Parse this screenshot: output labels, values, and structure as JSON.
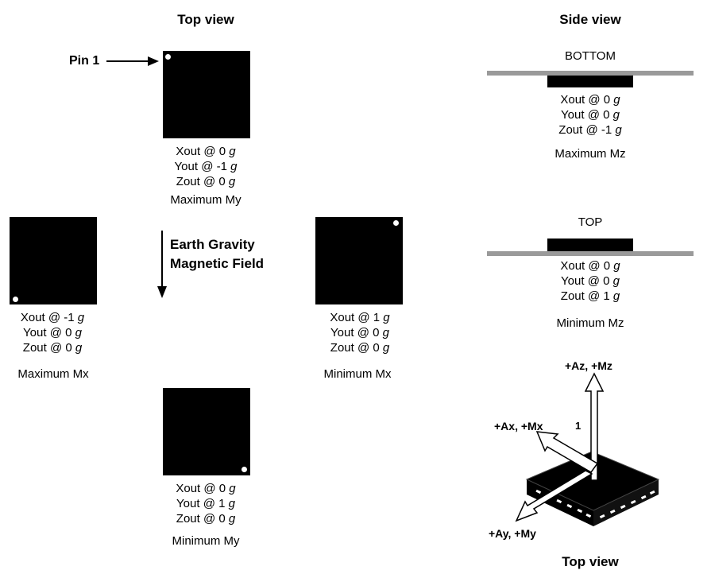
{
  "headers": {
    "top_view": "Top view",
    "side_view": "Side view",
    "iso_top_view": "Top view"
  },
  "pin1_label": "Pin 1",
  "gravity_label": {
    "line1": "Earth Gravity",
    "line2": "Magnetic Field"
  },
  "orientations": {
    "top": {
      "readings": [
        {
          "prefix": "Xout @ ",
          "value": "0",
          "unit": "g"
        },
        {
          "prefix": "Yout @ ",
          "value": "-1",
          "unit": "g"
        },
        {
          "prefix": "Zout @ ",
          "value": "0",
          "unit": "g"
        }
      ],
      "caption": "Maximum My"
    },
    "left": {
      "readings": [
        {
          "prefix": "Xout @ ",
          "value": "-1",
          "unit": "g"
        },
        {
          "prefix": "Yout @ ",
          "value": "0",
          "unit": "g"
        },
        {
          "prefix": "Zout @ ",
          "value": "0",
          "unit": "g"
        }
      ],
      "caption": "Maximum Mx"
    },
    "right": {
      "readings": [
        {
          "prefix": "Xout @ ",
          "value": "1",
          "unit": "g"
        },
        {
          "prefix": "Yout @ ",
          "value": "0",
          "unit": "g"
        },
        {
          "prefix": "Zout @ ",
          "value": "0",
          "unit": "g"
        }
      ],
      "caption": "Minimum Mx"
    },
    "bottom": {
      "readings": [
        {
          "prefix": "Xout @ ",
          "value": "0",
          "unit": "g"
        },
        {
          "prefix": "Yout @ ",
          "value": "1",
          "unit": "g"
        },
        {
          "prefix": "Zout @ ",
          "value": "0",
          "unit": "g"
        }
      ],
      "caption": "Minimum My"
    }
  },
  "side_views": {
    "bottom": {
      "title": "BOTTOM",
      "readings": [
        {
          "prefix": "Xout @ ",
          "value": "0",
          "unit": "g"
        },
        {
          "prefix": "Yout @ ",
          "value": "0",
          "unit": "g"
        },
        {
          "prefix": "Zout @ ",
          "value": "-1",
          "unit": "g"
        }
      ],
      "caption": "Maximum Mz"
    },
    "top": {
      "title": "TOP",
      "readings": [
        {
          "prefix": "Xout @ ",
          "value": "0",
          "unit": "g"
        },
        {
          "prefix": "Yout @ ",
          "value": "0",
          "unit": "g"
        },
        {
          "prefix": "Zout @ ",
          "value": "1",
          "unit": "g"
        }
      ],
      "caption": "Minimum Mz"
    }
  },
  "axes": {
    "z_label": "+Az, +Mz",
    "x_label": "+Ax, +Mx",
    "y_label": "+Ay, +My",
    "pin_marker": "1"
  },
  "colors": {
    "chip": "#000000",
    "board": "#9a9a9a",
    "background": "#ffffff"
  }
}
